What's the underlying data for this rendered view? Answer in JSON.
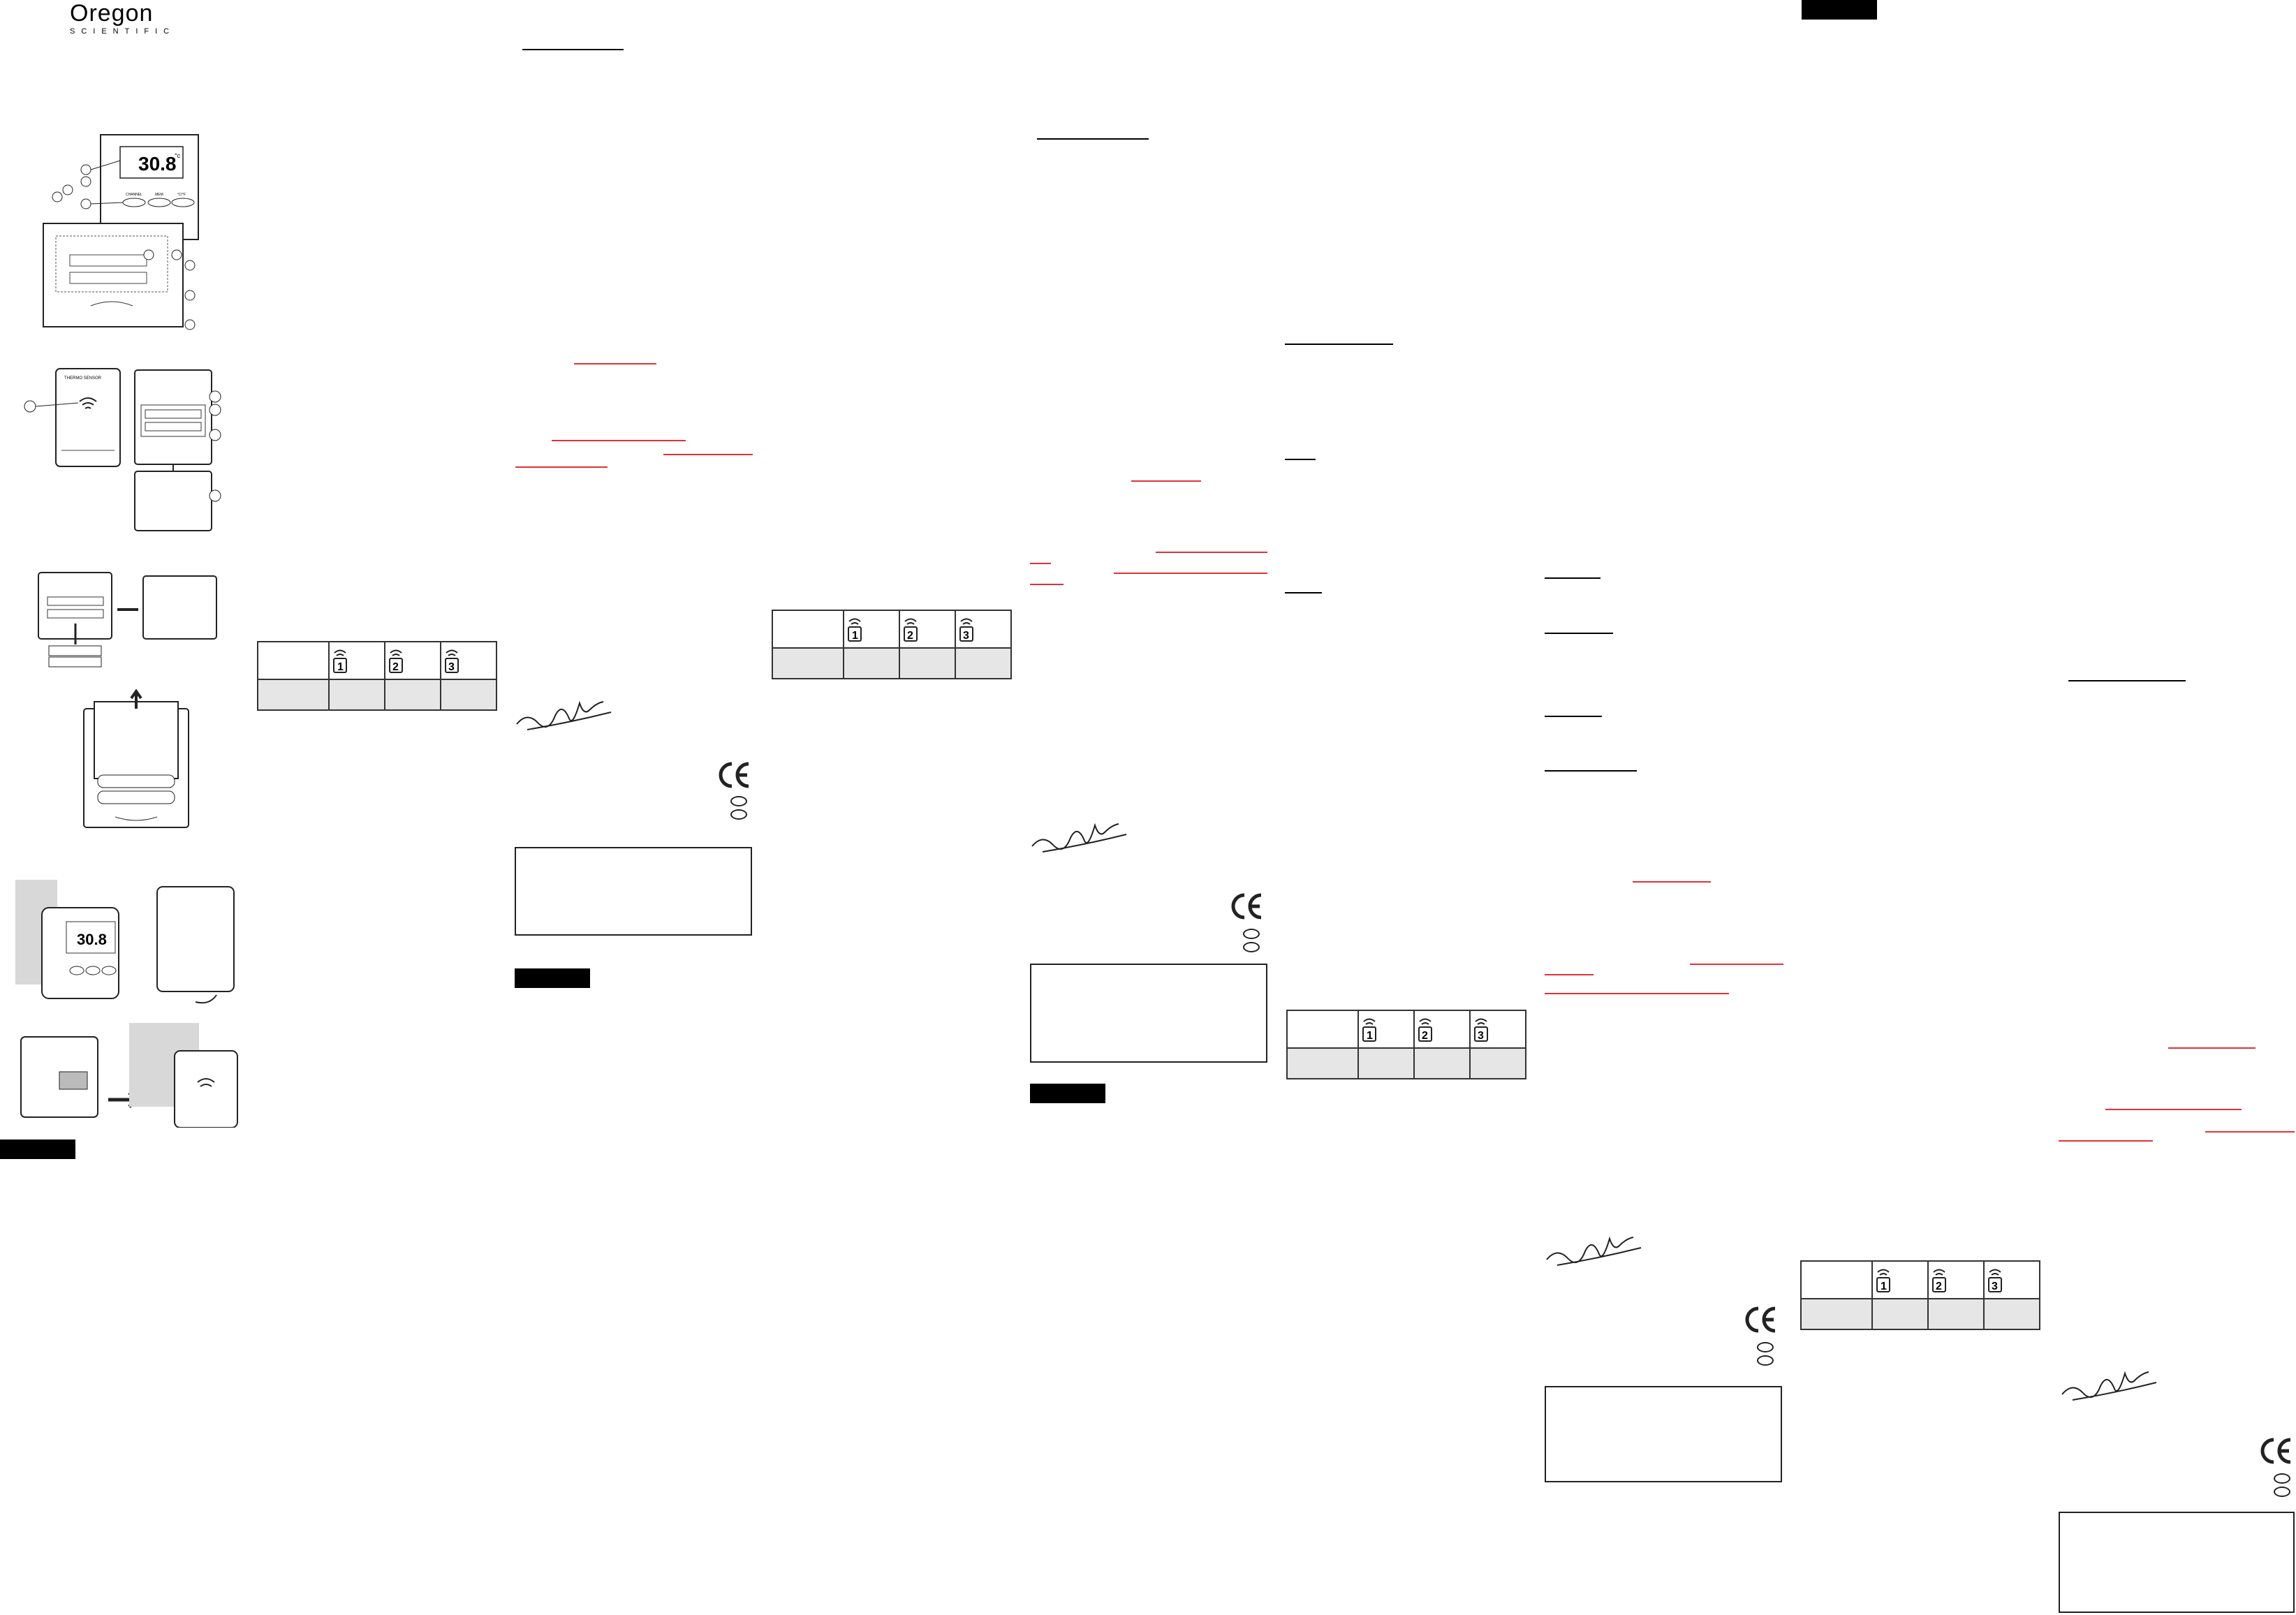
{
  "brand": {
    "name": "Oregon",
    "sub": "SCIENTIFIC"
  },
  "device": {
    "main_temp": "30.8",
    "unit": "°c",
    "buttons": [
      "CHANNEL",
      "MEM",
      "°C/°F"
    ],
    "sensor_brand": "THERMO SENSOR"
  },
  "table": {
    "channels": [
      "1",
      "2",
      "3"
    ]
  },
  "colors": {
    "accent_red": "#e0313a",
    "table_shade": "#e6e6e6"
  },
  "icons": [
    "oregon-logo-icon",
    "signature-icon",
    "ce-mark-icon",
    "wifi-signal-icon"
  ]
}
